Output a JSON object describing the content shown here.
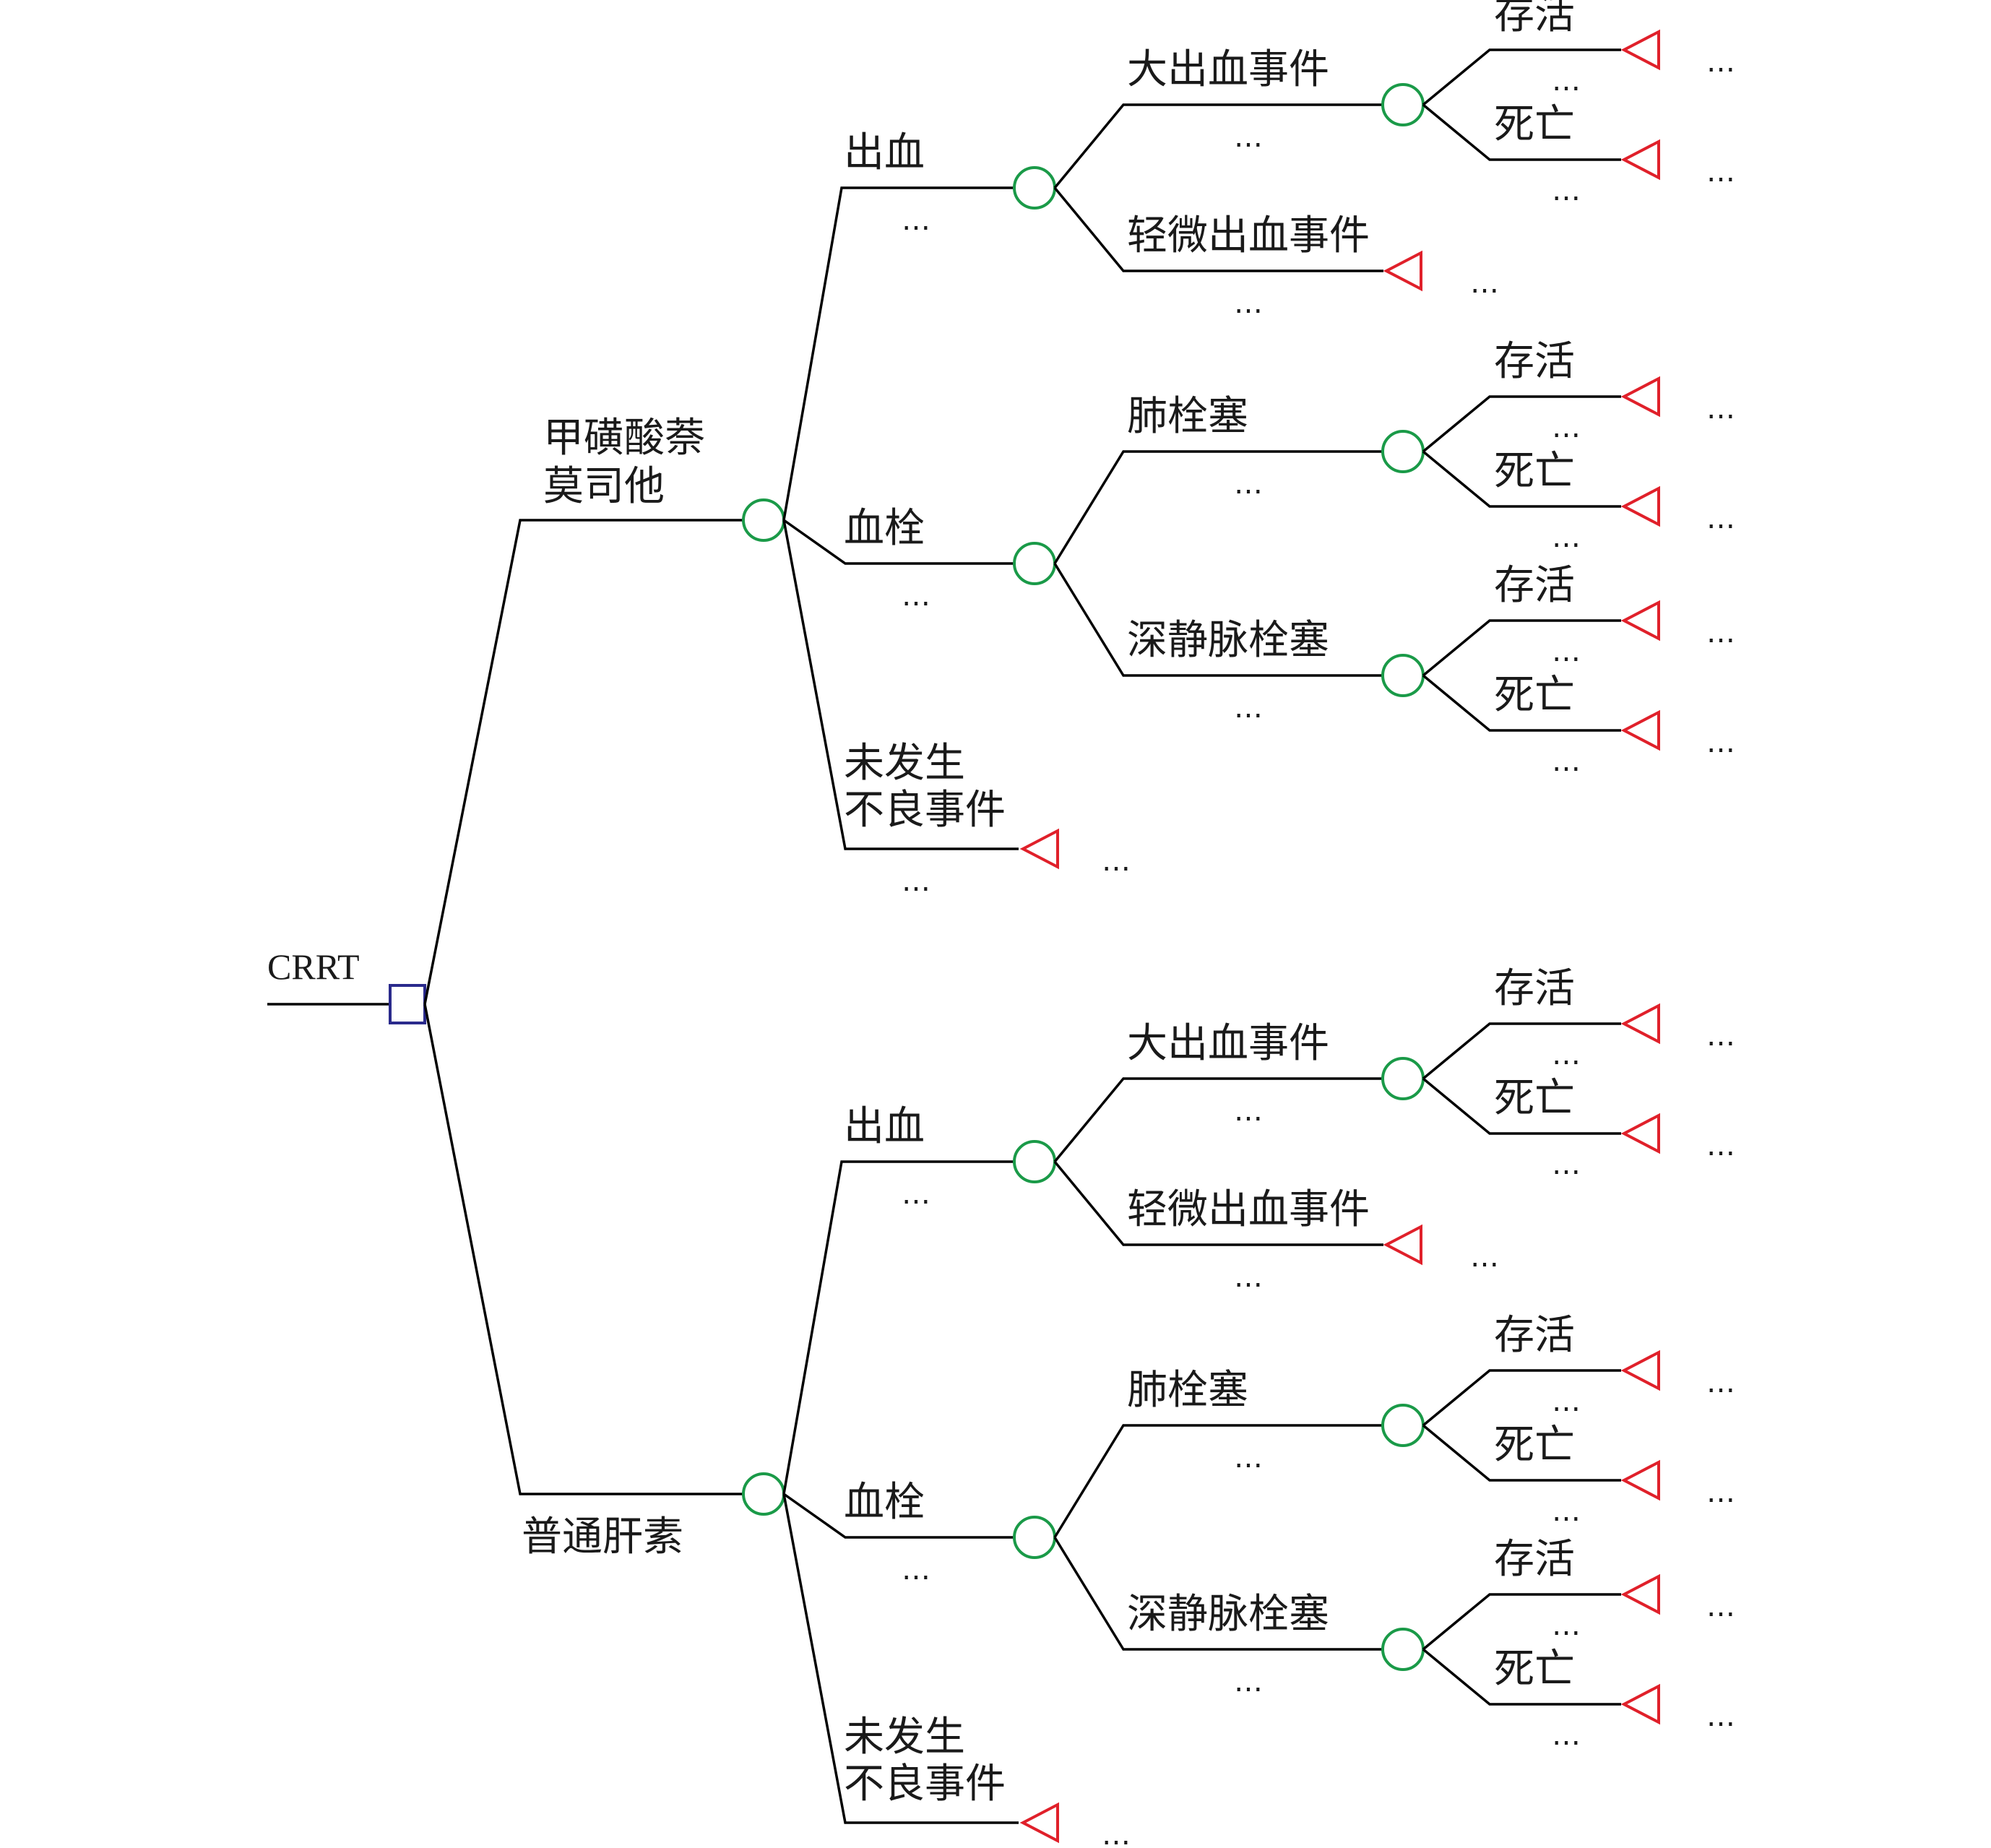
{
  "root": {
    "label": "CRRT"
  },
  "ellipsis": "…",
  "strategies": [
    {
      "label_lines": [
        "甲磺酸萘",
        "莫司他"
      ],
      "outcomes": [
        {
          "label_lines": [
            "出血"
          ],
          "events": [
            {
              "label": "大出血事件",
              "ends": [
                {
                  "label": "存活"
                },
                {
                  "label": "死亡"
                }
              ]
            },
            {
              "label": "轻微出血事件",
              "ends": []
            }
          ]
        },
        {
          "label_lines": [
            "血栓"
          ],
          "events": [
            {
              "label": "肺栓塞",
              "ends": [
                {
                  "label": "存活"
                },
                {
                  "label": "死亡"
                }
              ]
            },
            {
              "label": "深静脉栓塞",
              "ends": [
                {
                  "label": "存活"
                },
                {
                  "label": "死亡"
                }
              ]
            }
          ]
        },
        {
          "label_lines": [
            "未发生",
            "不良事件"
          ],
          "events": []
        }
      ]
    },
    {
      "label_lines": [
        "普通肝素"
      ],
      "outcomes": [
        {
          "label_lines": [
            "出血"
          ],
          "events": [
            {
              "label": "大出血事件",
              "ends": [
                {
                  "label": "存活"
                },
                {
                  "label": "死亡"
                }
              ]
            },
            {
              "label": "轻微出血事件",
              "ends": []
            }
          ]
        },
        {
          "label_lines": [
            "血栓"
          ],
          "events": [
            {
              "label": "肺栓塞",
              "ends": [
                {
                  "label": "存活"
                },
                {
                  "label": "死亡"
                }
              ]
            },
            {
              "label": "深静脉栓塞",
              "ends": [
                {
                  "label": "存活"
                },
                {
                  "label": "死亡"
                }
              ]
            }
          ]
        },
        {
          "label_lines": [
            "未发生",
            "不良事件"
          ],
          "events": []
        }
      ]
    }
  ]
}
